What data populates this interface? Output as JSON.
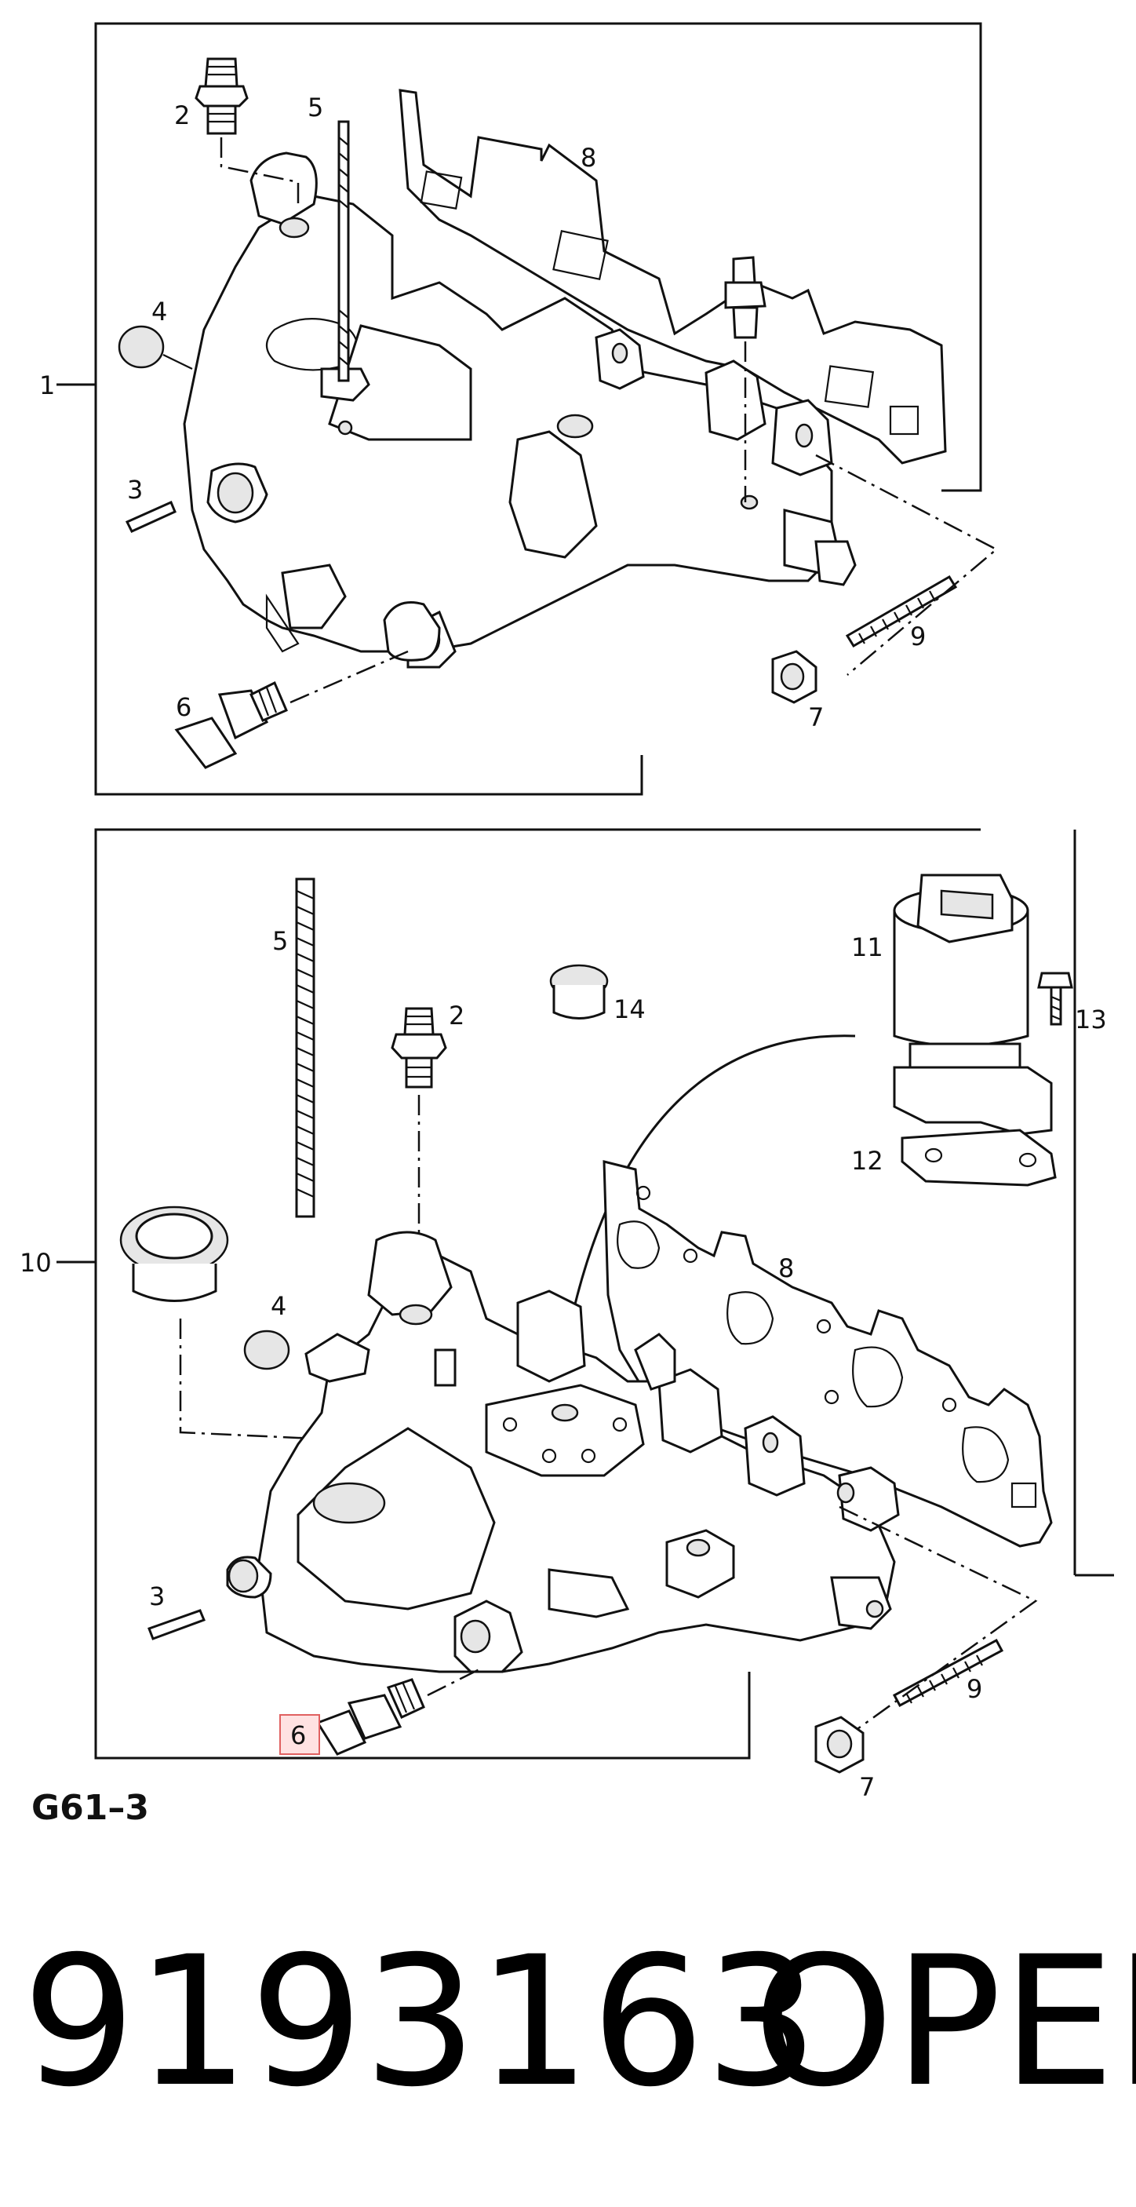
{
  "diagram": {
    "code": "G61–3",
    "part_number": "9193163",
    "brand": "OPEL",
    "highlight_color": "#e06060",
    "upper_assembly": {
      "group_label": "1",
      "callouts": [
        "2",
        "5",
        "8",
        "4",
        "3",
        "6",
        "7",
        "9"
      ]
    },
    "lower_assembly": {
      "group_label": "10",
      "callouts": [
        "5",
        "2",
        "14",
        "11",
        "13",
        "12",
        "8",
        "4",
        "3",
        "6",
        "9",
        "7"
      ],
      "highlighted_callout": "6"
    }
  }
}
